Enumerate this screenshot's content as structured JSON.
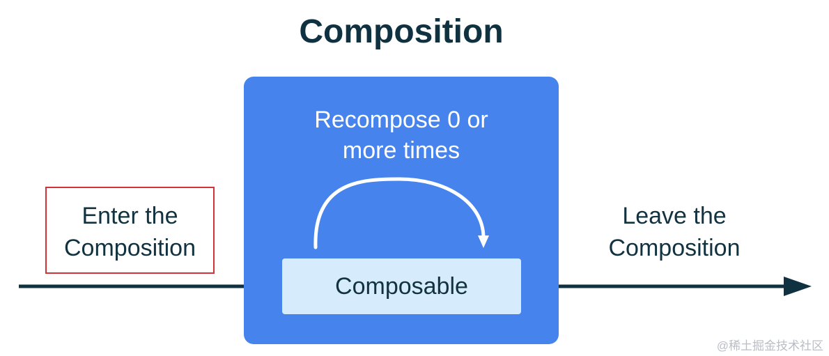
{
  "diagram": {
    "title": "Composition",
    "container_label_line1": "Recompose 0 or",
    "container_label_line2": "more times",
    "node_label": "Composable",
    "enter_label_line1": "Enter the",
    "enter_label_line2": "Composition",
    "leave_label_line1": "Leave the",
    "leave_label_line2": "Composition"
  },
  "watermark": "@稀土掘金技术社区",
  "colors": {
    "container": "#4683ed",
    "node": "#d6ecfc",
    "arrow": "#0f3140",
    "highlight_border": "#d13438",
    "loop_arrow": "#ffffff"
  }
}
